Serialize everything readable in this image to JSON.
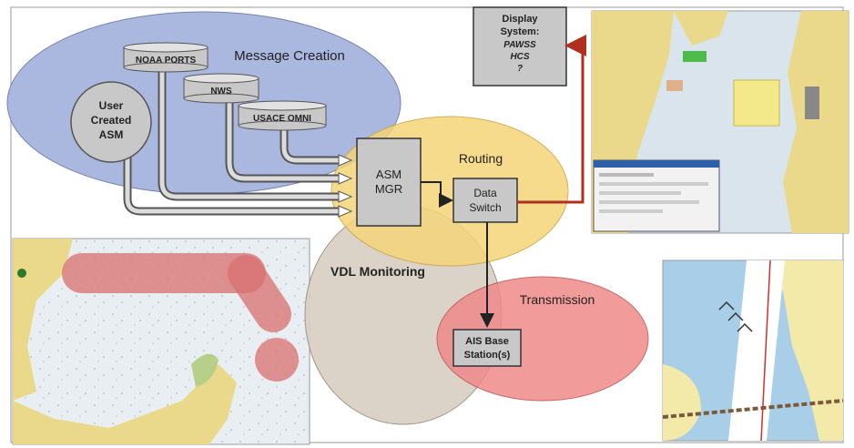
{
  "regions": {
    "message_creation": "Message Creation",
    "routing": "Routing",
    "vdl_monitoring": "VDL Monitoring",
    "transmission": "Transmission"
  },
  "sources": {
    "noaa_ports": "NOAA PORTS",
    "nws": "NWS",
    "usace_omni": "USACE OMNI",
    "user_created": [
      "User",
      "Created",
      "ASM"
    ]
  },
  "boxes": {
    "asm_mgr": [
      "ASM",
      "MGR"
    ],
    "data_switch": [
      "Data",
      "Switch"
    ],
    "ais_base": [
      "AIS Base",
      "Station(s)"
    ],
    "display": [
      "Display",
      "System:",
      "PAWSS",
      "HCS",
      "?"
    ]
  },
  "colors": {
    "message_creation": "#aab8e0",
    "routing": "#f5d57a",
    "vdl_monitoring": "#d9cfc4",
    "transmission": "#f08a8a",
    "box": "#c8c8c8",
    "pipe": "#bdbdbd",
    "red_link": "#b03020"
  },
  "insets": {
    "top_right": "chart-with-software-window",
    "bottom_left": "coastal-chart-with-red-zone",
    "bottom_right": "channel-chart-detail"
  }
}
